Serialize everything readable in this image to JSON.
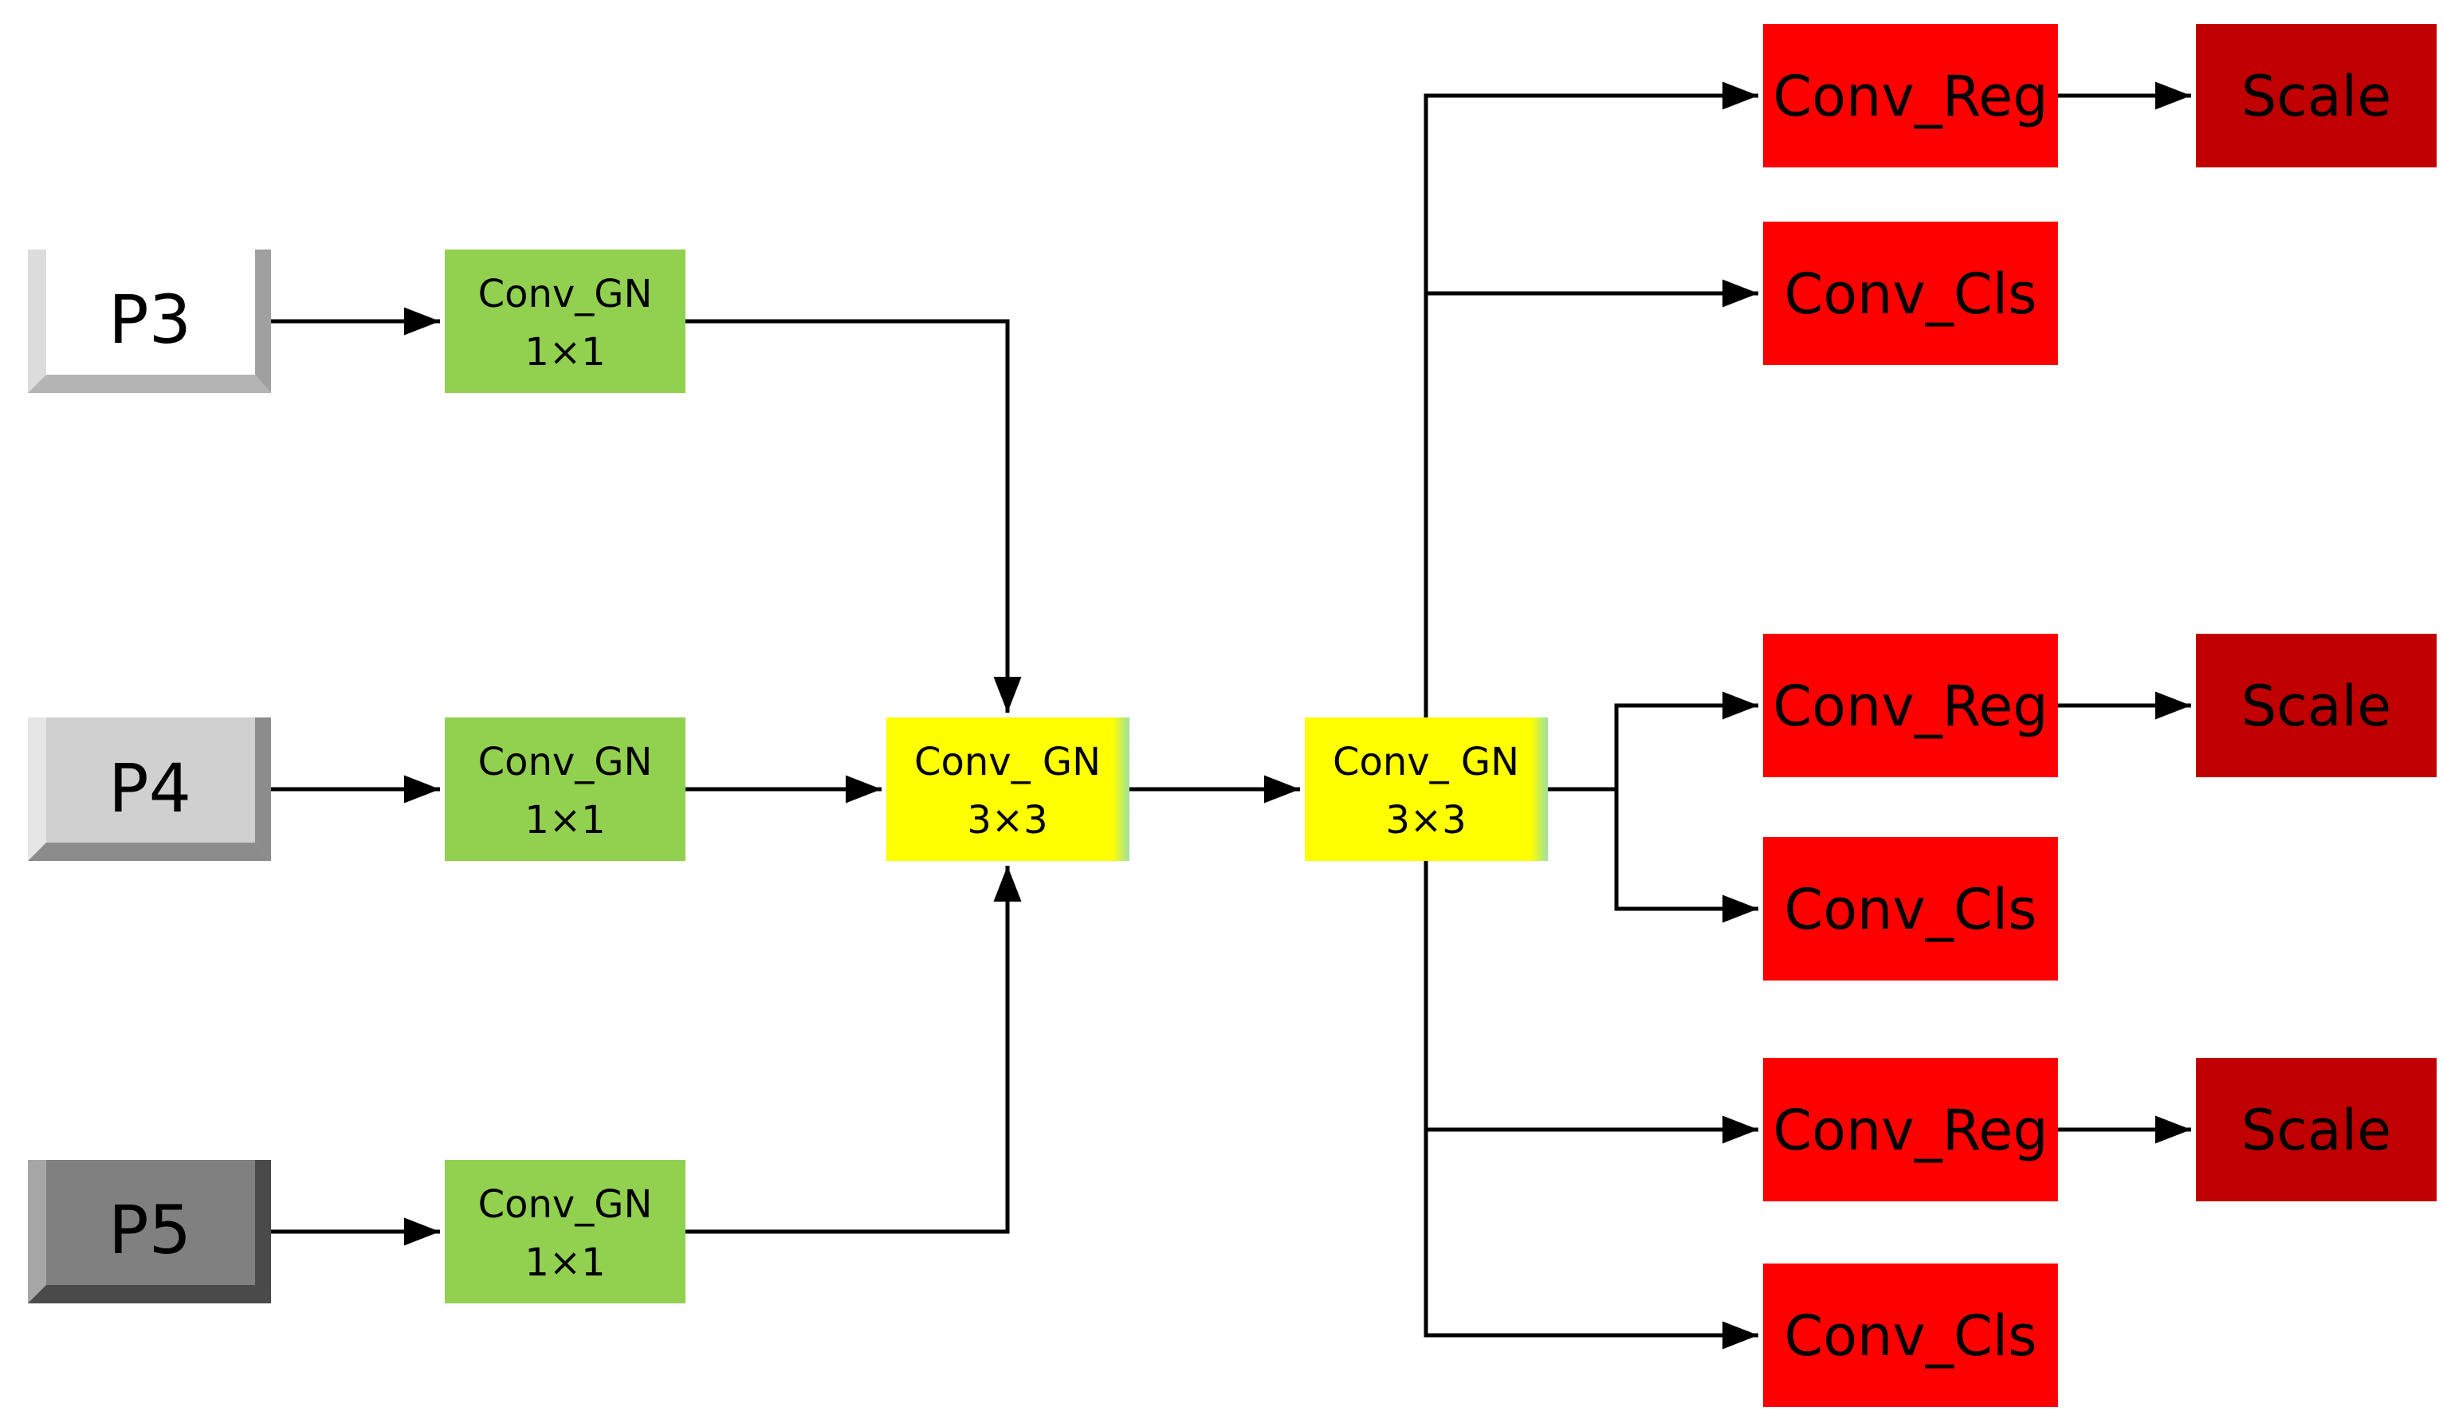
{
  "colors": {
    "background": "#ffffff",
    "arrow": "#000000",
    "p3_fill": "#ffffff",
    "p4_fill": "#d0d0d0",
    "p5_fill": "#808080",
    "conv_gn_1x1": "#92d050",
    "conv_gn_3x3": "#ffff00",
    "conv_reg_cls": "#ff0000",
    "scale": "#c00000",
    "box_text": "#000000"
  },
  "inputs": {
    "p3": {
      "label": "P3",
      "icon": "bevel-button-white"
    },
    "p4": {
      "label": "P4",
      "icon": "bevel-button-light-gray"
    },
    "p5": {
      "label": "P5",
      "icon": "bevel-button-dark-gray"
    }
  },
  "conv_gn_1x1": {
    "line1": "Conv_GN",
    "line2": "1×1"
  },
  "conv_gn_3x3": {
    "first": {
      "line1": "Conv_ GN",
      "line2": "3×3"
    },
    "second": {
      "line1": "Conv_ GN",
      "line2": "3×3"
    }
  },
  "heads": [
    {
      "reg_label": "Conv_Reg",
      "cls_label": "Conv_Cls",
      "scale_label": "Scale"
    },
    {
      "reg_label": "Conv_Reg",
      "cls_label": "Conv_Cls",
      "scale_label": "Scale"
    },
    {
      "reg_label": "Conv_Reg",
      "cls_label": "Conv_Cls",
      "scale_label": "Scale"
    }
  ]
}
